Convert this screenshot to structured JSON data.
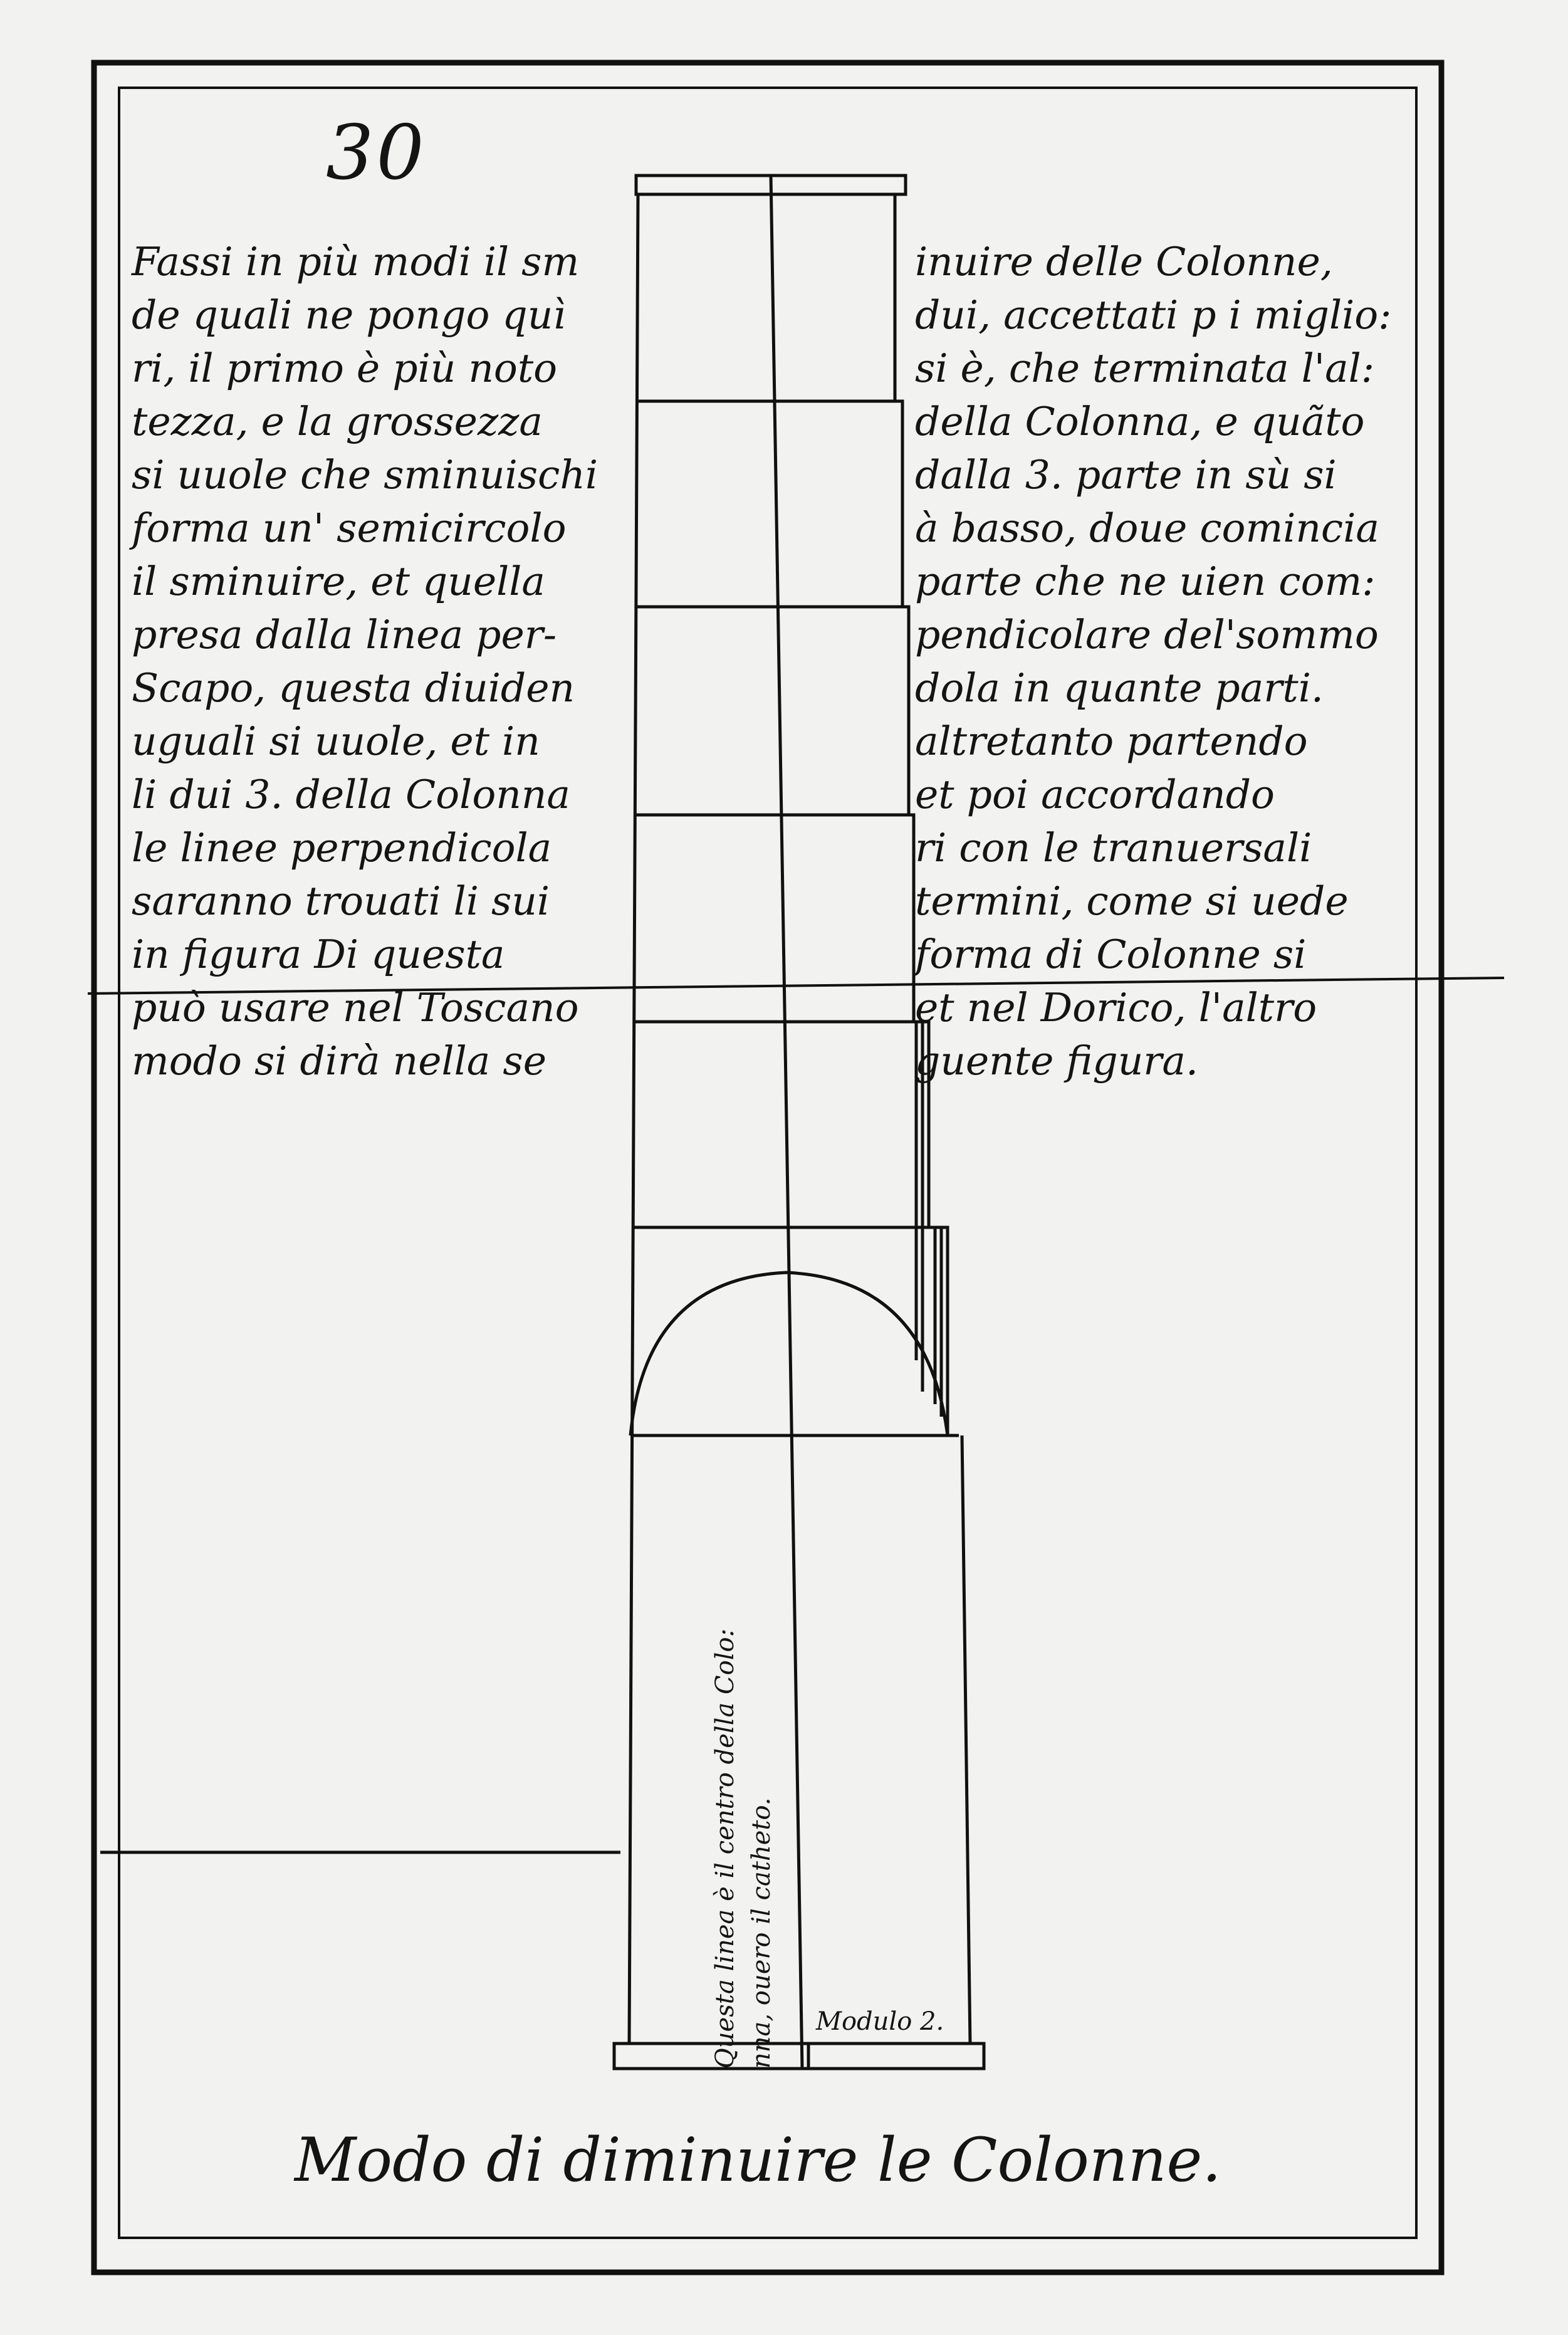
{
  "plate_number": "30",
  "left_column_lines": [
    "Fassi in più modi il sm",
    "de quali ne pongo quì",
    "ri, il primo è più noto",
    "tezza, e la grossezza",
    "si uuole che sminuischi",
    "forma un' semicircolo",
    "il sminuire, et quella",
    "presa dalla linea per-",
    "Scapo, questa diuiden",
    "uguali si uuole, et in",
    "li dui 3. della Colonna",
    "le linee perpendicola",
    "saranno trouati li sui",
    "in figura Di questa",
    "può usare nel Toscano",
    "modo si dirà nella se"
  ],
  "right_column_lines": [
    "inuire delle Colonne,",
    "dui, accettati p i miglio:",
    "si è, che terminata l'al:",
    "della Colonna, e quãto",
    "dalla 3. parte in sù si",
    "à basso, doue comincia",
    "parte che ne uien com:",
    "pendicolare del'sommo",
    "dola in quante parti.",
    "altretanto partendo",
    "et poi accordando",
    "ri con le tranuersali",
    "termini, come si uede",
    "forma di Colonne si",
    "et nel Dorico, l'altro",
    "guente figura."
  ],
  "diagram": {
    "vertical_label_line1": "Questa linea è il centro della Colo:",
    "vertical_label_line2": "nna, ouero il catheto.",
    "modulo_label": "Modulo 2."
  },
  "caption": "Modo di diminuire le Colonne."
}
